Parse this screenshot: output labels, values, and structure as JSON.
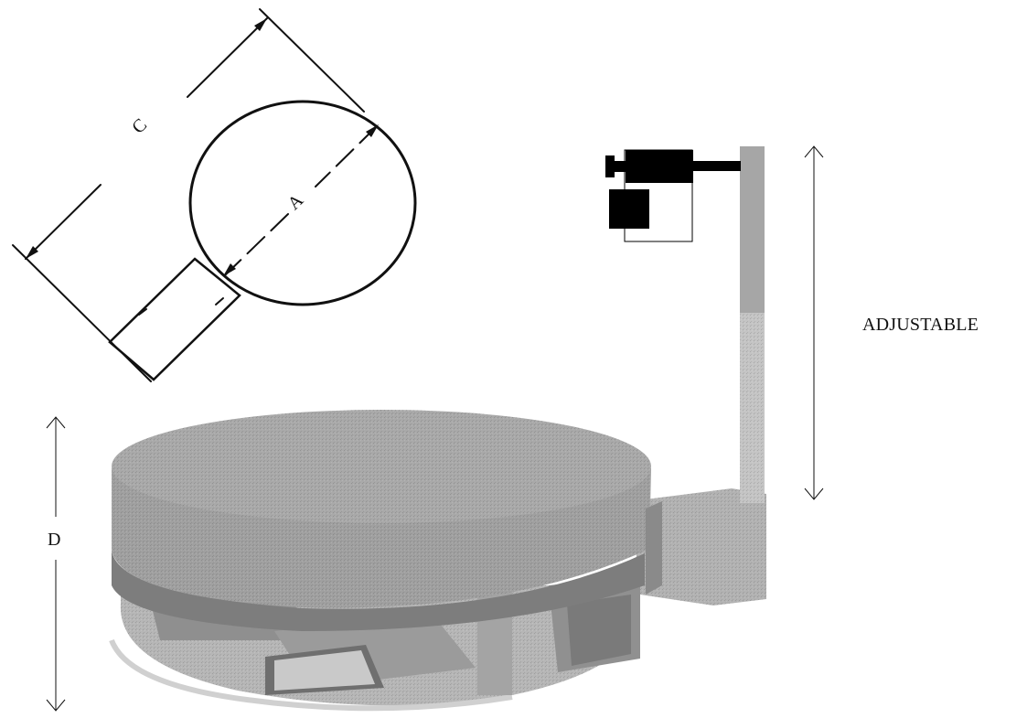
{
  "diagram": {
    "labels": {
      "c": "C",
      "a": "A",
      "d": "D",
      "adjustable": "ADJUSTABLE"
    },
    "colors": {
      "background": "#ffffff",
      "ink": "#111111",
      "machine_top": "#a9a9a9",
      "machine_rim": "#9a9a9a",
      "machine_base": "#b4b4b4",
      "machine_shadow": "#7d7d7d",
      "mast_upper": "#a6a6a6",
      "mast_lower": "#c4c4c4",
      "head_unit": "#000000"
    }
  }
}
